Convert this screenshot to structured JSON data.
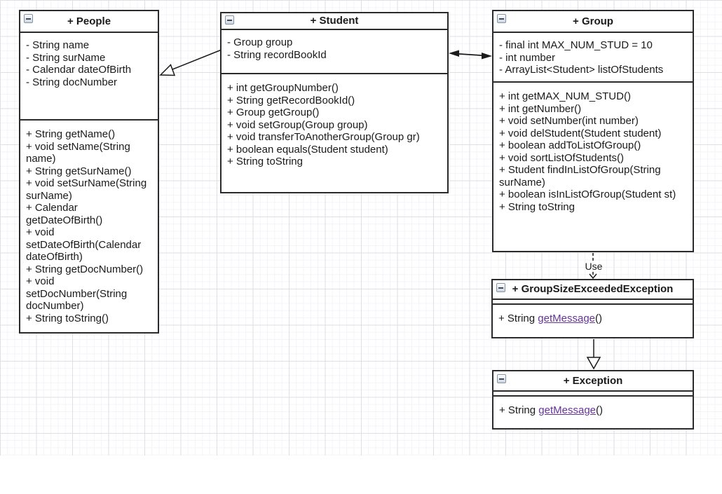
{
  "colors": {
    "link_purple": "#663399",
    "box_border": "#2b2b2b"
  },
  "classes": {
    "people": {
      "title": "+ People",
      "fields": [
        "- String name",
        "- String surName",
        "- Calendar dateOfBirth",
        "- String docNumber"
      ],
      "methods": [
        "+ String getName()",
        "+ void setName(String name)",
        "+ String getSurName()",
        "+ void setSurName(String surName)",
        "+ Calendar getDateOfBirth()",
        "+ void setDateOfBirth(Calendar dateOfBirth)",
        "+ String getDocNumber()",
        "+ void setDocNumber(String docNumber)",
        "+ String toString()"
      ]
    },
    "student": {
      "title": "+ Student",
      "fields": [
        "- Group group",
        "- String recordBookId"
      ],
      "methods": [
        "+ int getGroupNumber()",
        "+ String getRecordBookId()",
        "+ Group getGroup()",
        "+ void setGroup(Group group)",
        "+ void transferToAnotherGroup(Group gr)",
        "+ boolean equals(Student student)",
        "+ String toString"
      ]
    },
    "group": {
      "title": "+ Group",
      "fields": [
        "- final int MAX_NUM_STUD = 10",
        "- int number",
        "- ArrayList<Student> listOfStudents"
      ],
      "methods": [
        "+ int getMAX_NUM_STUD()",
        "+ int getNumber()",
        "+ void setNumber(int number)",
        "+ void delStudent(Student student)",
        "+ boolean addToListOfGroup()",
        "+ void sortListOfStudents()",
        "+ Student findInListOfGroup(String surName)",
        "+ boolean isInListOfGroup(Student st)",
        "+ String toString"
      ]
    },
    "gsee": {
      "title": "+ GroupSizeExceededException",
      "method": {
        "prefix": "+ String ",
        "link": "getMessage",
        "suffix": "()"
      }
    },
    "exception": {
      "title": "+ Exception",
      "method": {
        "prefix": "+ String ",
        "link": "getMessage",
        "suffix": "()"
      }
    }
  },
  "connectors": {
    "use_label": "Use"
  }
}
